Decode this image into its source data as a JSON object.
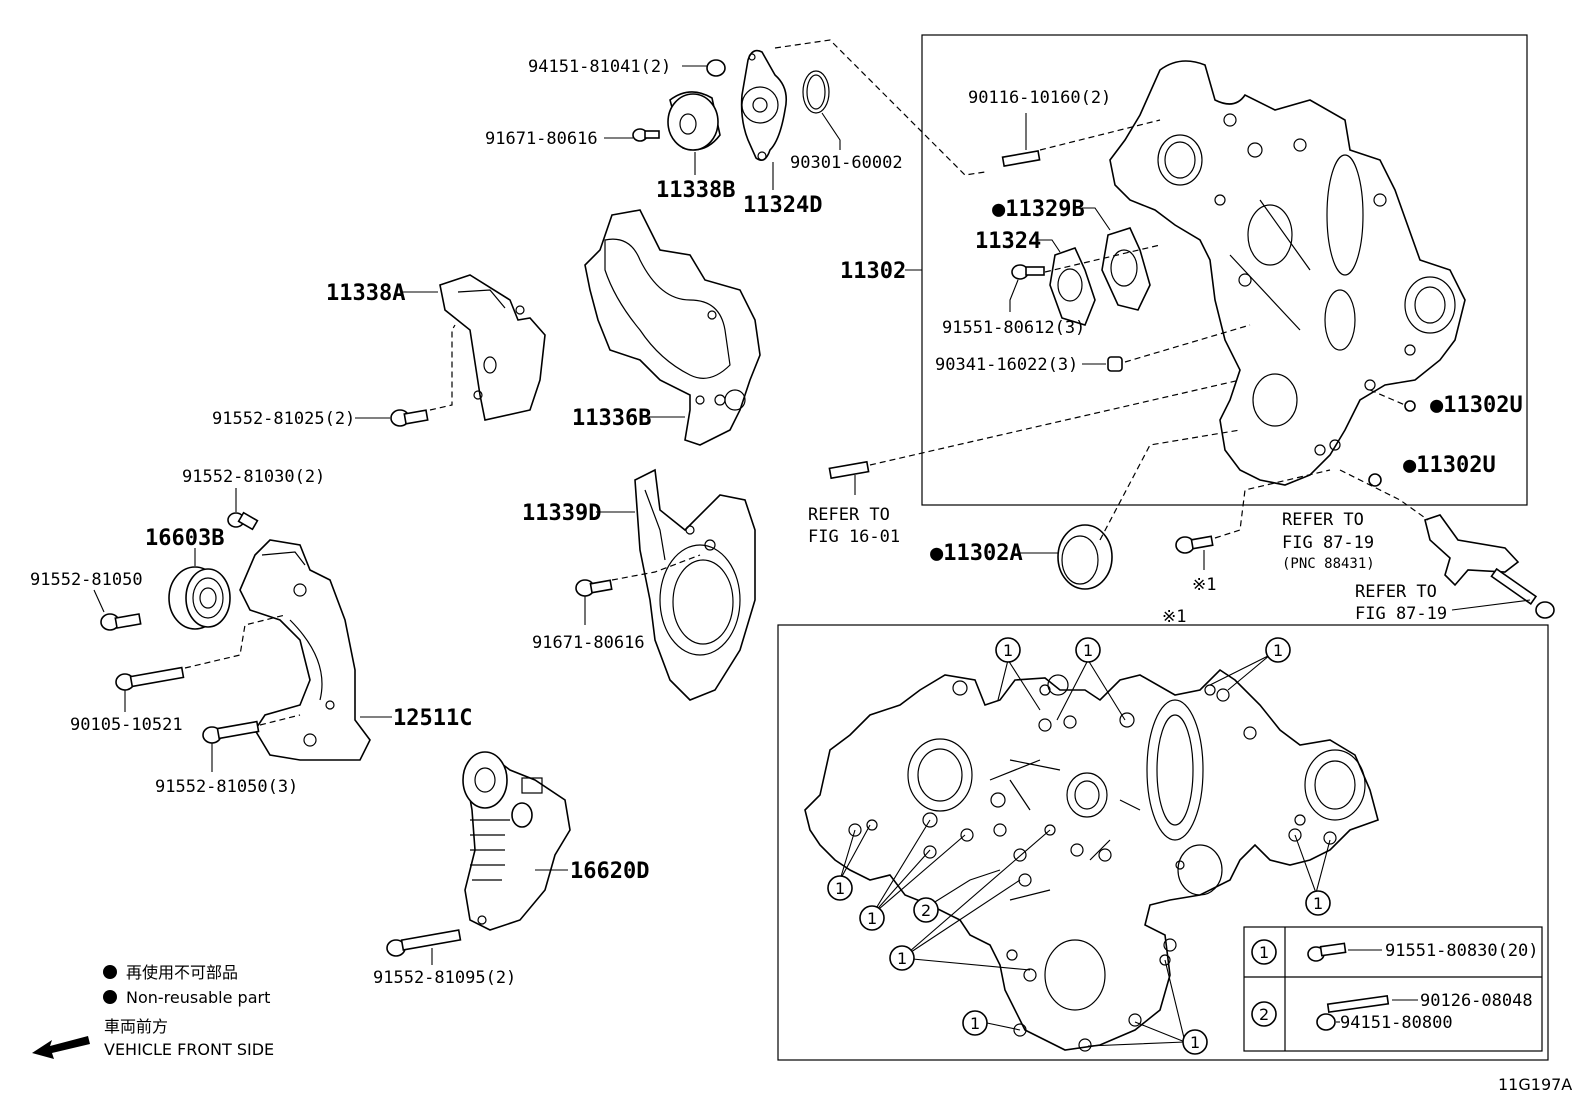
{
  "parts": {
    "p94151_81041": "94151-81041(2)",
    "p91671_80616a": "91671-80616",
    "p11338B": "11338B",
    "p11324D": "11324D",
    "p90301_60002": "90301-60002",
    "p90116_10160": "90116-10160(2)",
    "p11329B": "●11329B",
    "p11324": "11324",
    "p11302": "11302",
    "p91551_80612": "91551-80612(3)",
    "p90341_16022": "90341-16022(3)",
    "p11302U_a": "●11302U",
    "p11302U_b": "●11302U",
    "p11338A": "11338A",
    "p11336B": "11336B",
    "p91552_81025": "91552-81025(2)",
    "p91552_81030": "91552-81030(2)",
    "p16603B": "16603B",
    "p91552_81050": "91552-81050",
    "p90105_10521": "90105-10521",
    "p91552_81050_3": "91552-81050(3)",
    "p12511C": "12511C",
    "p11339D": "11339D",
    "p91671_80616b": "91671-80616",
    "p16620D": "16620D",
    "p91552_81095": "91552-81095(2)",
    "p11302A": "●11302A",
    "ref_fig16_1": "REFER TO",
    "ref_fig16_2": "FIG 16-01",
    "ref_fig87a_1": "REFER TO",
    "ref_fig87a_2": "FIG 87-19",
    "ref_fig87a_3": "(PNC 88431)",
    "ref_fig87b_1": "REFER TO",
    "ref_fig87b_2": "FIG 87-19",
    "mark1_a": "※1",
    "mark1_b": "※1"
  },
  "legend_table": {
    "row1_num": "1",
    "row1_part": "91551-80830(20)",
    "row2_num": "2",
    "row2_part_a": "90126-08048",
    "row2_part_b": "94151-80800"
  },
  "callout_num_1": "1",
  "callout_num_2": "2",
  "notes": {
    "non_reusable_jp": "再使用不可部品",
    "non_reusable_en": "Non-reusable part",
    "front_jp": "車両前方",
    "front_en": "VEHICLE FRONT SIDE"
  },
  "figure_code": "11G197A"
}
